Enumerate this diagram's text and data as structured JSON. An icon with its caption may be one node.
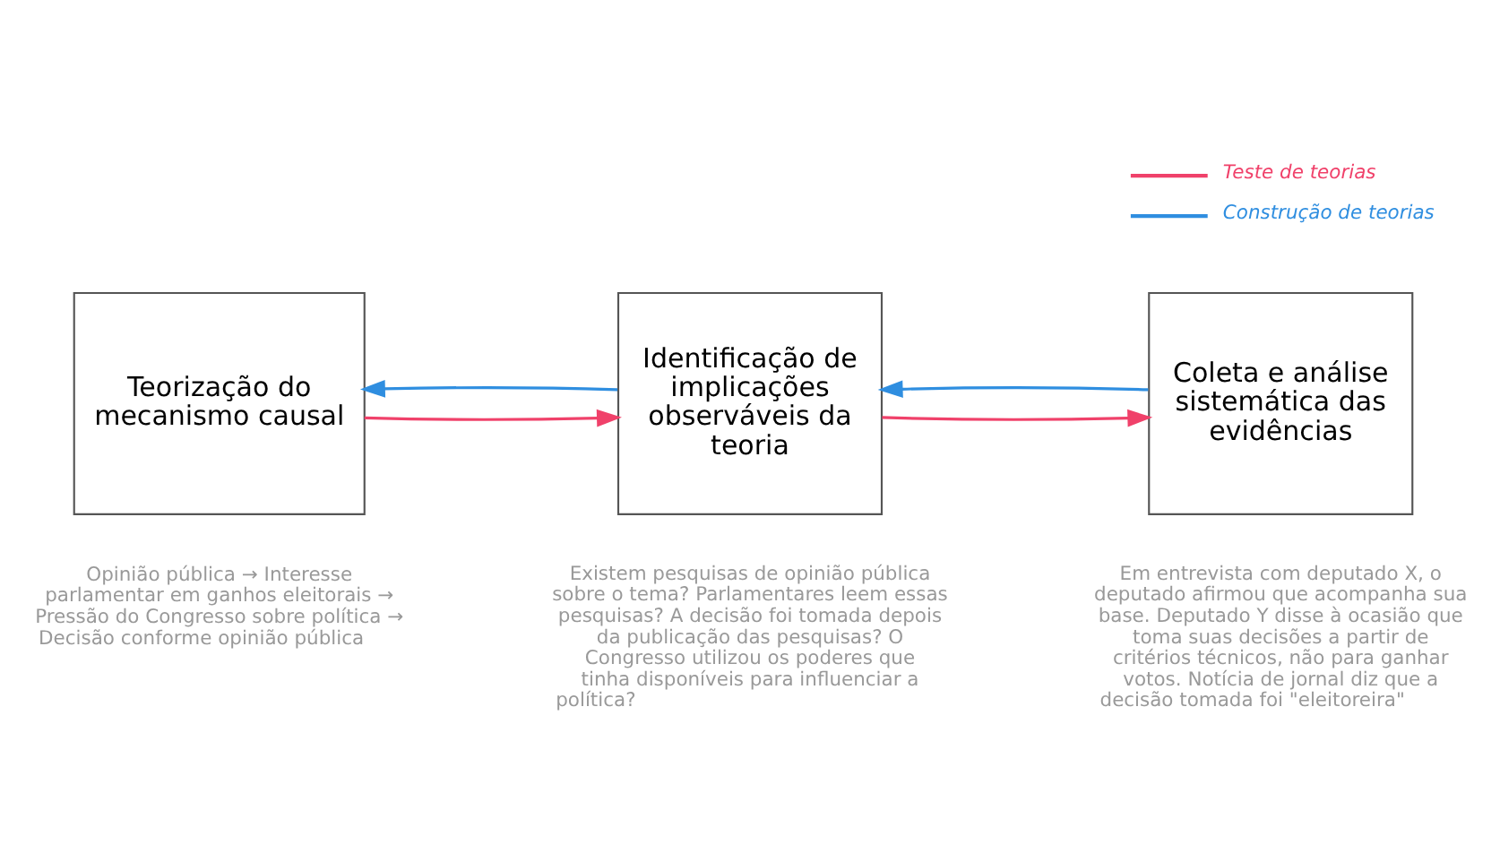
{
  "diagram": {
    "nodes": [
      {
        "text": [
          "Teorização do mecanismo causal"
        ],
        "beside": [
          "Opinião pública → Interesse parlamentar em ganhos eleitorais → Pressão do Congresso sobre política → Decisão conforme opinião pública"
        ]
      },
      {
        "text": [
          "Identificação de implicações observáveis da teoria"
        ],
        "beside": [
          "Existem pesquisas de opinião pública sobre o tema? Parlamentares leem essas pesquisas? A decisão foi tomada depois da publicação das pesquisas? O Congresso utilizou os poderes que tinha disponíveis para influenciar a política?"
        ]
      },
      {
        "text": [
          "Coleta e análise sistemática das evidências"
        ],
        "beside": [
          "Em entrevista com deputado X, o deputado afirmou que acompanha sua base. Deputado Y disse à ocasião que toma suas decisões a partir de critérios técnicos, não para ganhar votos. Notícia de jornal diz que a decisão tomada foi \"eleitoreira\""
        ]
      }
    ],
    "edges": [
      {
        "from": 0,
        "to": 1,
        "arrow": "to",
        "color": "#f0416a"
      },
      {
        "from": 1,
        "to": 0,
        "arrow": "to",
        "color": "#2f8ee0"
      },
      {
        "from": 1,
        "to": 2,
        "arrow": "to",
        "color": "#f0416a"
      },
      {
        "from": 2,
        "to": 1,
        "arrow": "to",
        "color": "#2f8ee0"
      }
    ],
    "legend": [
      {
        "text": "Teste de teorias"
      },
      {
        "text": "Construção de teorias"
      }
    ]
  }
}
